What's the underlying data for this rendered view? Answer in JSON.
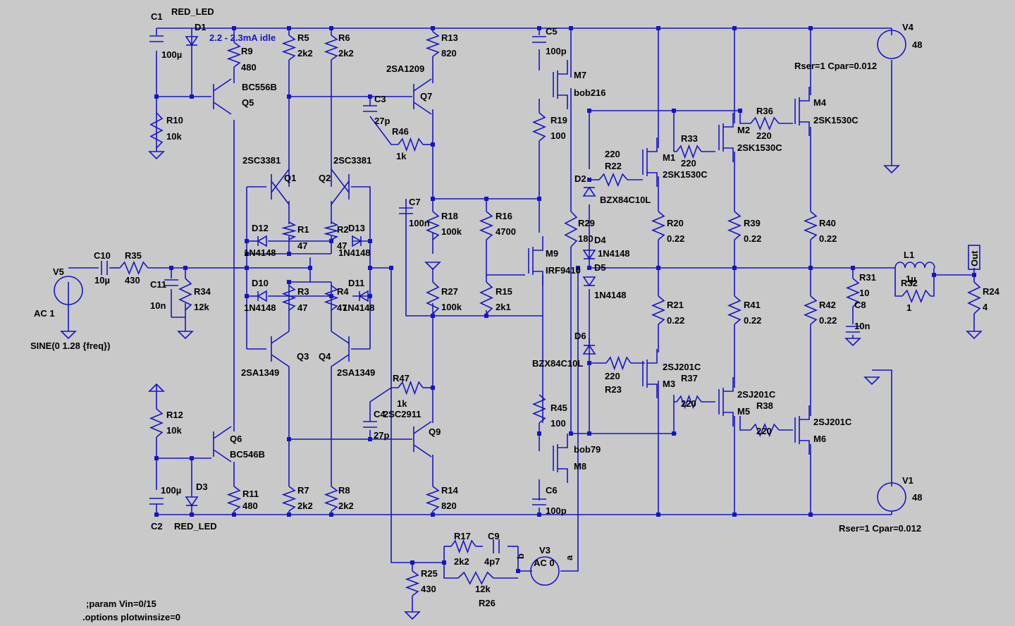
{
  "annotations": {
    "idle": "2.2 - 2.3mA idle",
    "v4_par": "Rser=1 Cpar=0.012",
    "v1_par": "Rser=1 Cpar=0.012",
    "v5_src": "SINE(0 1.28 {freq})",
    "param": ";param Vin=0/15",
    "options": ".options plotwinsize=0",
    "out": "Out"
  },
  "labels": [
    {
      "id": "C1",
      "t": "C1"
    },
    {
      "id": "C1v",
      "t": "100µ"
    },
    {
      "id": "D1",
      "t": "D1"
    },
    {
      "id": "D1m",
      "t": "RED_LED"
    },
    {
      "id": "R9",
      "t": "R9"
    },
    {
      "id": "R9v",
      "t": "480"
    },
    {
      "id": "Q5",
      "t": "Q5"
    },
    {
      "id": "Q5m",
      "t": "BC556B"
    },
    {
      "id": "R10",
      "t": "R10"
    },
    {
      "id": "R10v",
      "t": "10k"
    },
    {
      "id": "R5",
      "t": "R5"
    },
    {
      "id": "R5v",
      "t": "2k2"
    },
    {
      "id": "R6",
      "t": "R6"
    },
    {
      "id": "R6v",
      "t": "2k2"
    },
    {
      "id": "R13",
      "t": "R13"
    },
    {
      "id": "R13v",
      "t": "820"
    },
    {
      "id": "Q7m",
      "t": "2SA1209"
    },
    {
      "id": "Q7",
      "t": "Q7"
    },
    {
      "id": "C3",
      "t": "C3"
    },
    {
      "id": "C3v",
      "t": "27p"
    },
    {
      "id": "R46",
      "t": "R46"
    },
    {
      "id": "R46v",
      "t": "1k"
    },
    {
      "id": "C5",
      "t": "C5"
    },
    {
      "id": "C5v",
      "t": "100p"
    },
    {
      "id": "M7",
      "t": "M7"
    },
    {
      "id": "M7m",
      "t": "bob216"
    },
    {
      "id": "R19",
      "t": "R19"
    },
    {
      "id": "R19v",
      "t": "100"
    },
    {
      "id": "Q1m",
      "t": "2SC3381"
    },
    {
      "id": "Q1",
      "t": "Q1"
    },
    {
      "id": "Q2m",
      "t": "2SC3381"
    },
    {
      "id": "Q2",
      "t": "Q2"
    },
    {
      "id": "D12",
      "t": "D12"
    },
    {
      "id": "D12m",
      "t": "1N4148"
    },
    {
      "id": "R1",
      "t": "R1"
    },
    {
      "id": "R1v",
      "t": "47"
    },
    {
      "id": "R2",
      "t": "R2"
    },
    {
      "id": "R2v",
      "t": "47"
    },
    {
      "id": "D13",
      "t": "D13"
    },
    {
      "id": "D13m",
      "t": "1N4148"
    },
    {
      "id": "C7",
      "t": "C7"
    },
    {
      "id": "C7v",
      "t": "100n"
    },
    {
      "id": "R18",
      "t": "R18"
    },
    {
      "id": "R18v",
      "t": "100k"
    },
    {
      "id": "R16",
      "t": "R16"
    },
    {
      "id": "R16v",
      "t": "4700"
    },
    {
      "id": "M9",
      "t": "M9"
    },
    {
      "id": "M9m",
      "t": "IRF9410"
    },
    {
      "id": "R29",
      "t": "R29"
    },
    {
      "id": "R29v",
      "t": "180"
    },
    {
      "id": "D4",
      "t": "D4"
    },
    {
      "id": "D4m",
      "t": "1N4148"
    },
    {
      "id": "D5",
      "t": "D5"
    },
    {
      "id": "D5m",
      "t": "1N4148"
    },
    {
      "id": "D2",
      "t": "D2"
    },
    {
      "id": "D2m",
      "t": "BZX84C10L"
    },
    {
      "id": "R22",
      "t": "R22"
    },
    {
      "id": "R22v",
      "t": "220"
    },
    {
      "id": "M1",
      "t": "M1"
    },
    {
      "id": "M1m",
      "t": "2SK1530C"
    },
    {
      "id": "R33",
      "t": "R33"
    },
    {
      "id": "R33v",
      "t": "220"
    },
    {
      "id": "M2",
      "t": "M2"
    },
    {
      "id": "M2m",
      "t": "2SK1530C"
    },
    {
      "id": "R36",
      "t": "R36"
    },
    {
      "id": "R36v",
      "t": "220"
    },
    {
      "id": "M4",
      "t": "M4"
    },
    {
      "id": "M4m",
      "t": "2SK1530C"
    },
    {
      "id": "V4",
      "t": "V4"
    },
    {
      "id": "V4v",
      "t": "48"
    },
    {
      "id": "R20",
      "t": "R20"
    },
    {
      "id": "R20v",
      "t": "0.22"
    },
    {
      "id": "R39",
      "t": "R39"
    },
    {
      "id": "R39v",
      "t": "0.22"
    },
    {
      "id": "R40",
      "t": "R40"
    },
    {
      "id": "R40v",
      "t": "0.22"
    },
    {
      "id": "L1",
      "t": "L1"
    },
    {
      "id": "L1v",
      "t": "1µ"
    },
    {
      "id": "R32",
      "t": "R32"
    },
    {
      "id": "R32v",
      "t": "1"
    },
    {
      "id": "R31",
      "t": "R31"
    },
    {
      "id": "R31v",
      "t": "10"
    },
    {
      "id": "C8",
      "t": "C8"
    },
    {
      "id": "C8v",
      "t": "10n"
    },
    {
      "id": "R24",
      "t": "R24"
    },
    {
      "id": "R24v",
      "t": "4"
    },
    {
      "id": "V5",
      "t": "V5"
    },
    {
      "id": "V5m",
      "t": "AC 1"
    },
    {
      "id": "C10",
      "t": "C10"
    },
    {
      "id": "C10v",
      "t": "10µ"
    },
    {
      "id": "R35",
      "t": "R35"
    },
    {
      "id": "R35v",
      "t": "430"
    },
    {
      "id": "C11",
      "t": "C11"
    },
    {
      "id": "C11v",
      "t": "10n"
    },
    {
      "id": "R34",
      "t": "R34"
    },
    {
      "id": "R34v",
      "t": "12k"
    },
    {
      "id": "D10",
      "t": "D10"
    },
    {
      "id": "D10m",
      "t": "1N4148"
    },
    {
      "id": "R3",
      "t": "R3"
    },
    {
      "id": "R3v",
      "t": "47"
    },
    {
      "id": "R4",
      "t": "R4"
    },
    {
      "id": "R4v",
      "t": "47"
    },
    {
      "id": "D11",
      "t": "D11"
    },
    {
      "id": "D11m",
      "t": "1N4148"
    },
    {
      "id": "R27",
      "t": "R27"
    },
    {
      "id": "R27v",
      "t": "100k"
    },
    {
      "id": "R15",
      "t": "R15"
    },
    {
      "id": "R15v",
      "t": "2k1"
    },
    {
      "id": "Q3",
      "t": "Q3"
    },
    {
      "id": "Q3m",
      "t": "2SA1349"
    },
    {
      "id": "Q4",
      "t": "Q4"
    },
    {
      "id": "Q4m",
      "t": "2SA1349"
    },
    {
      "id": "R21",
      "t": "R21"
    },
    {
      "id": "R21v",
      "t": "0.22"
    },
    {
      "id": "R41",
      "t": "R41"
    },
    {
      "id": "R41v",
      "t": "0.22"
    },
    {
      "id": "R42",
      "t": "R42"
    },
    {
      "id": "R42v",
      "t": "0.22"
    },
    {
      "id": "D6",
      "t": "D6"
    },
    {
      "id": "D6m",
      "t": "BZX84C10L"
    },
    {
      "id": "R23",
      "t": "R23"
    },
    {
      "id": "R23v",
      "t": "220"
    },
    {
      "id": "M3",
      "t": "M3"
    },
    {
      "id": "M3m",
      "t": "2SJ201C"
    },
    {
      "id": "R37",
      "t": "R37"
    },
    {
      "id": "R37v",
      "t": "220"
    },
    {
      "id": "M5",
      "t": "M5"
    },
    {
      "id": "M5m",
      "t": "2SJ201C"
    },
    {
      "id": "R38",
      "t": "R38"
    },
    {
      "id": "R38v",
      "t": "220"
    },
    {
      "id": "M6",
      "t": "M6"
    },
    {
      "id": "M6m",
      "t": "2SJ201C"
    },
    {
      "id": "V1",
      "t": "V1"
    },
    {
      "id": "V1v",
      "t": "48"
    },
    {
      "id": "R47",
      "t": "R47"
    },
    {
      "id": "R47v",
      "t": "1k"
    },
    {
      "id": "C4",
      "t": "C4"
    },
    {
      "id": "Q9m",
      "t": "2SC2911"
    },
    {
      "id": "C4v",
      "t": "27p"
    },
    {
      "id": "Q9",
      "t": "Q9"
    },
    {
      "id": "R45",
      "t": "R45"
    },
    {
      "id": "R45v",
      "t": "100"
    },
    {
      "id": "M8m",
      "t": "bob79"
    },
    {
      "id": "M8",
      "t": "M8"
    },
    {
      "id": "C6",
      "t": "C6"
    },
    {
      "id": "C6v",
      "t": "100p"
    },
    {
      "id": "R12",
      "t": "R12"
    },
    {
      "id": "R12v",
      "t": "10k"
    },
    {
      "id": "Q6",
      "t": "Q6"
    },
    {
      "id": "Q6m",
      "t": "BC546B"
    },
    {
      "id": "D3",
      "t": "D3"
    },
    {
      "id": "C2v",
      "t": "100µ"
    },
    {
      "id": "R11",
      "t": "R11"
    },
    {
      "id": "R11v",
      "t": "480"
    },
    {
      "id": "C2",
      "t": "C2"
    },
    {
      "id": "D3m",
      "t": "RED_LED"
    },
    {
      "id": "R7",
      "t": "R7"
    },
    {
      "id": "R7v",
      "t": "2k2"
    },
    {
      "id": "R8",
      "t": "R8"
    },
    {
      "id": "R8v",
      "t": "2k2"
    },
    {
      "id": "R14",
      "t": "R14"
    },
    {
      "id": "R14v",
      "t": "820"
    },
    {
      "id": "R17",
      "t": "R17"
    },
    {
      "id": "R17v",
      "t": "2k2"
    },
    {
      "id": "C9",
      "t": "C9"
    },
    {
      "id": "C9v",
      "t": "4p7"
    },
    {
      "id": "R26v",
      "t": "12k"
    },
    {
      "id": "R26",
      "t": "R26"
    },
    {
      "id": "V3",
      "t": "V3"
    },
    {
      "id": "V3m",
      "t": "AC 0"
    },
    {
      "id": "V3b",
      "t": "b"
    },
    {
      "id": "V3a",
      "t": "a"
    },
    {
      "id": "R25",
      "t": "R25"
    },
    {
      "id": "R25v",
      "t": "430"
    }
  ]
}
